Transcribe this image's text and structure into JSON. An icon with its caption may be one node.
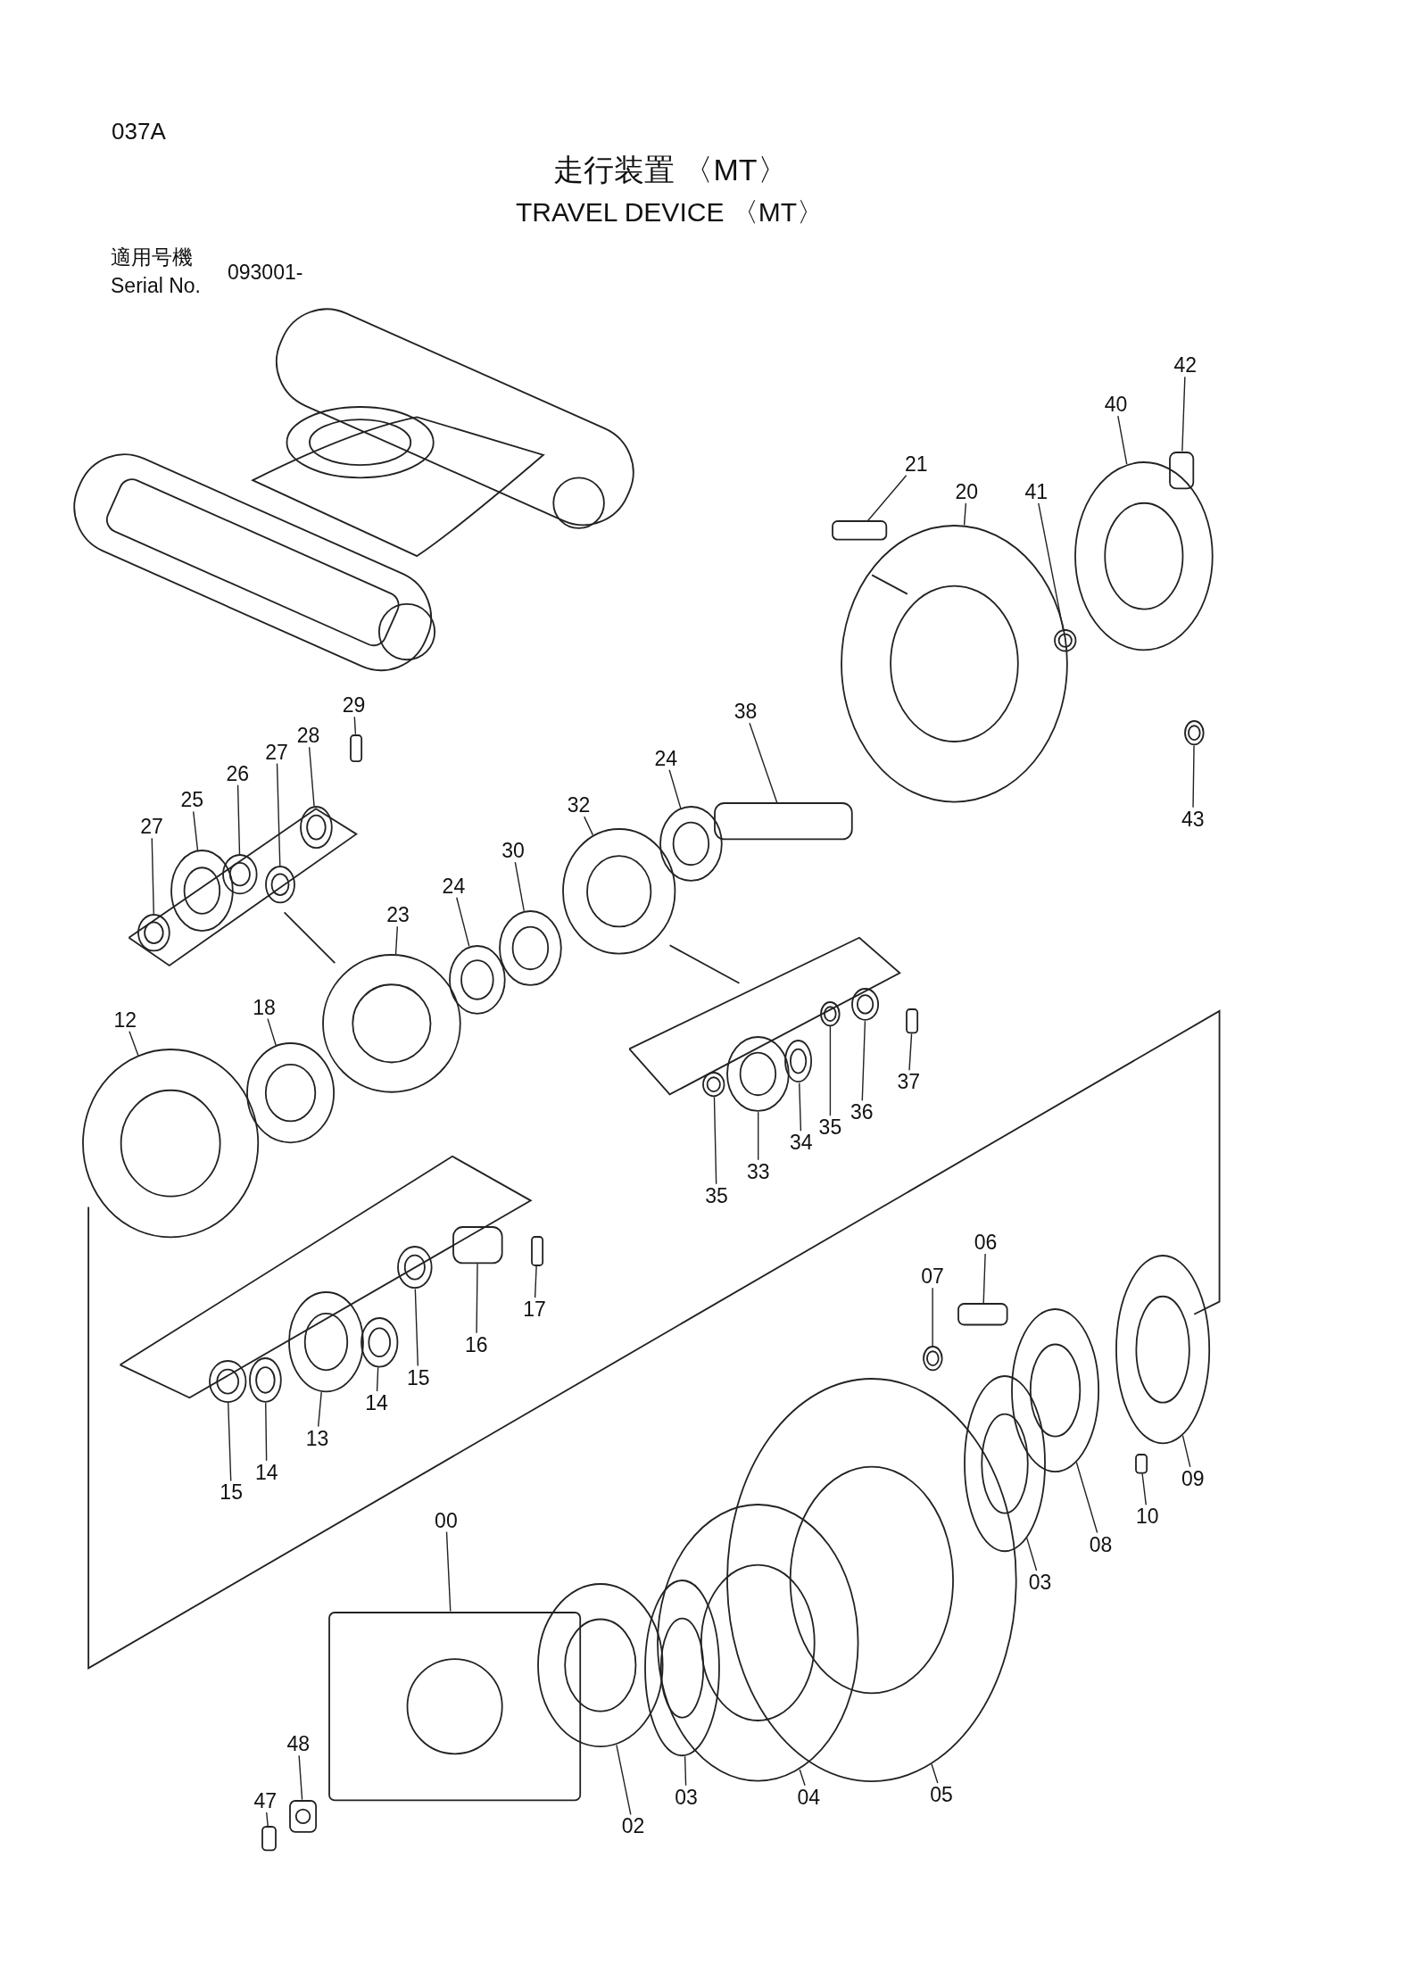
{
  "diagram": {
    "title": "走行装置 〈MT〉",
    "nodes": [
      {
        "text": [
          "29"
        ]
      },
      {
        "text": [],
        "shape": "bar"
      },
      {
        "text": [
          "28"
        ]
      },
      {
        "text": [],
        "shape": "circle"
      },
      {
        "text": [
          "27"
        ]
      },
      {
        "text": [],
        "shape": "circle"
      },
      {
        "text": [
          "26"
        ]
      },
      {
        "text": [],
        "shape": "circle"
      },
      {
        "text": [
          "25"
        ]
      },
      {
        "text": [],
        "shape": "circle"
      },
      {
        "text": [
          "27"
        ]
      },
      {
        "text": [],
        "shape": "circle"
      },
      {
        "text": [
          "21"
        ]
      },
      {
        "text": [],
        "shape": "bar"
      },
      {
        "text": [
          "20"
        ]
      },
      {
        "text": [],
        "shape": "circle"
      },
      {
        "text": [
          "41"
        ]
      },
      {
        "text": [],
        "shape": "circle"
      },
      {
        "text": [
          "40"
        ]
      },
      {
        "text": [],
        "shape": "circle"
      },
      {
        "text": [
          "42"
        ]
      },
      {
        "text": [],
        "shape": "bar"
      },
      {
        "text": [
          "38"
        ]
      },
      {
        "text": [],
        "shape": "bar"
      },
      {
        "text": [
          "24"
        ]
      },
      {
        "text": [],
        "shape": "circle"
      },
      {
        "text": [
          "32"
        ]
      },
      {
        "text": [],
        "shape": "circle"
      },
      {
        "text": [
          "30"
        ]
      },
      {
        "text": [],
        "shape": "circle"
      },
      {
        "text": [
          "24"
        ]
      },
      {
        "text": [],
        "shape": "circle"
      },
      {
        "text": [
          "43"
        ]
      },
      {
        "text": [],
        "shape": "circle"
      },
      {
        "text": [
          "23"
        ]
      },
      {
        "text": [],
        "shape": "circle"
      },
      {
        "text": [
          "12"
        ]
      },
      {
        "text": [],
        "shape": "circle"
      },
      {
        "text": [
          "18"
        ]
      },
      {
        "text": [],
        "shape": "circle"
      },
      {
        "text": [
          "37"
        ]
      },
      {
        "text": [],
        "shape": "bar"
      },
      {
        "text": [
          "36"
        ]
      },
      {
        "text": [],
        "shape": "circle"
      },
      {
        "text": [
          "35"
        ]
      },
      {
        "text": [],
        "shape": "circle"
      },
      {
        "text": [
          "34"
        ]
      },
      {
        "text": [],
        "shape": "circle"
      },
      {
        "text": [
          "33"
        ]
      },
      {
        "text": [],
        "shape": "circle"
      },
      {
        "text": [
          "35"
        ]
      },
      {
        "text": [],
        "shape": "circle"
      },
      {
        "text": [
          "06"
        ]
      },
      {
        "text": [],
        "shape": "bar"
      },
      {
        "text": [
          "07"
        ]
      },
      {
        "text": [],
        "shape": "circle"
      },
      {
        "text": [
          "17"
        ]
      },
      {
        "text": [],
        "shape": "bar"
      },
      {
        "text": [
          "16"
        ]
      },
      {
        "text": [],
        "shape": "bar"
      },
      {
        "text": [
          "15"
        ]
      },
      {
        "text": [],
        "shape": "circle"
      },
      {
        "text": [
          "14"
        ]
      },
      {
        "text": [],
        "shape": "circle"
      },
      {
        "text": [
          "13"
        ]
      },
      {
        "text": [],
        "shape": "circle"
      },
      {
        "text": [
          "14"
        ]
      },
      {
        "text": [],
        "shape": "circle"
      },
      {
        "text": [
          "15"
        ]
      },
      {
        "text": [],
        "shape": "circle"
      },
      {
        "text": [
          "09"
        ]
      },
      {
        "text": [],
        "shape": "circle"
      },
      {
        "text": [
          "10"
        ]
      },
      {
        "text": [],
        "shape": "bar"
      },
      {
        "text": [
          "08"
        ]
      },
      {
        "text": [],
        "shape": "circle"
      },
      {
        "text": [
          "03"
        ]
      },
      {
        "text": [],
        "shape": "circle"
      },
      {
        "text": [
          "00"
        ]
      },
      {
        "text": [],
        "shape": "box"
      },
      {
        "text": [
          "05"
        ]
      },
      {
        "text": [],
        "shape": "circle"
      },
      {
        "text": [
          "04"
        ]
      },
      {
        "text": [],
        "shape": "circle"
      },
      {
        "text": [
          "03"
        ]
      },
      {
        "text": [],
        "shape": "circle"
      },
      {
        "text": [
          "02"
        ]
      },
      {
        "text": [],
        "shape": "circle"
      },
      {
        "text": [
          "47"
        ]
      },
      {
        "text": [],
        "shape": "bar"
      },
      {
        "text": [
          "48"
        ]
      },
      {
        "text": [],
        "shape": "box"
      }
    ],
    "edges": [
      {
        "from": 0,
        "to": 1,
        "arrow": "none"
      },
      {
        "from": 2,
        "to": 3,
        "arrow": "none"
      },
      {
        "from": 4,
        "to": 5,
        "arrow": "none"
      },
      {
        "from": 6,
        "to": 7,
        "arrow": "none"
      },
      {
        "from": 8,
        "to": 9,
        "arrow": "none"
      },
      {
        "from": 10,
        "to": 11,
        "arrow": "none"
      },
      {
        "from": 12,
        "to": 13,
        "arrow": "none"
      },
      {
        "from": 14,
        "to": 15,
        "arrow": "none"
      },
      {
        "from": 16,
        "to": 17,
        "arrow": "none"
      },
      {
        "from": 18,
        "to": 19,
        "arrow": "none"
      },
      {
        "from": 20,
        "to": 21,
        "arrow": "none"
      },
      {
        "from": 22,
        "to": 23,
        "arrow": "none"
      },
      {
        "from": 24,
        "to": 25,
        "arrow": "none"
      },
      {
        "from": 26,
        "to": 27,
        "arrow": "none"
      },
      {
        "from": 28,
        "to": 29,
        "arrow": "none"
      },
      {
        "from": 30,
        "to": 31,
        "arrow": "none"
      },
      {
        "from": 32,
        "to": 33,
        "arrow": "none"
      },
      {
        "from": 34,
        "to": 35,
        "arrow": "none"
      },
      {
        "from": 36,
        "to": 37,
        "arrow": "none"
      },
      {
        "from": 38,
        "to": 39,
        "arrow": "none"
      },
      {
        "from": 40,
        "to": 41,
        "arrow": "none"
      },
      {
        "from": 42,
        "to": 43,
        "arrow": "none"
      },
      {
        "from": 44,
        "to": 45,
        "arrow": "none"
      },
      {
        "from": 46,
        "to": 47,
        "arrow": "none"
      },
      {
        "from": 48,
        "to": 49,
        "arrow": "none"
      },
      {
        "from": 50,
        "to": 51,
        "arrow": "none"
      },
      {
        "from": 52,
        "to": 53,
        "arrow": "none"
      },
      {
        "from": 54,
        "to": 55,
        "arrow": "none"
      },
      {
        "from": 56,
        "to": 57,
        "arrow": "none"
      },
      {
        "from": 58,
        "to": 59,
        "arrow": "none"
      },
      {
        "from": 60,
        "to": 61,
        "arrow": "none"
      },
      {
        "from": 62,
        "to": 63,
        "arrow": "none"
      },
      {
        "from": 64,
        "to": 65,
        "arrow": "none"
      },
      {
        "from": 66,
        "to": 67,
        "arrow": "none"
      },
      {
        "from": 68,
        "to": 69,
        "arrow": "none"
      },
      {
        "from": 70,
        "to": 71,
        "arrow": "none"
      },
      {
        "from": 72,
        "to": 73,
        "arrow": "none"
      },
      {
        "from": 74,
        "to": 75,
        "arrow": "none"
      },
      {
        "from": 76,
        "to": 77,
        "arrow": "none"
      },
      {
        "from": 78,
        "to": 79,
        "arrow": "none"
      },
      {
        "from": 80,
        "to": 81,
        "arrow": "none"
      },
      {
        "from": 82,
        "to": 83,
        "arrow": "none"
      },
      {
        "from": 84,
        "to": 85,
        "arrow": "none"
      },
      {
        "from": 86,
        "to": 87,
        "arrow": "none"
      },
      {
        "from": 88,
        "to": 89,
        "arrow": "none"
      },
      {
        "from": 90,
        "to": 91,
        "arrow": "none"
      }
    ],
    "labels": [
      "037A",
      "TRAVEL DEVICE 〈MT〉",
      "適用号機 Serial No.",
      "093001-"
    ]
  }
}
